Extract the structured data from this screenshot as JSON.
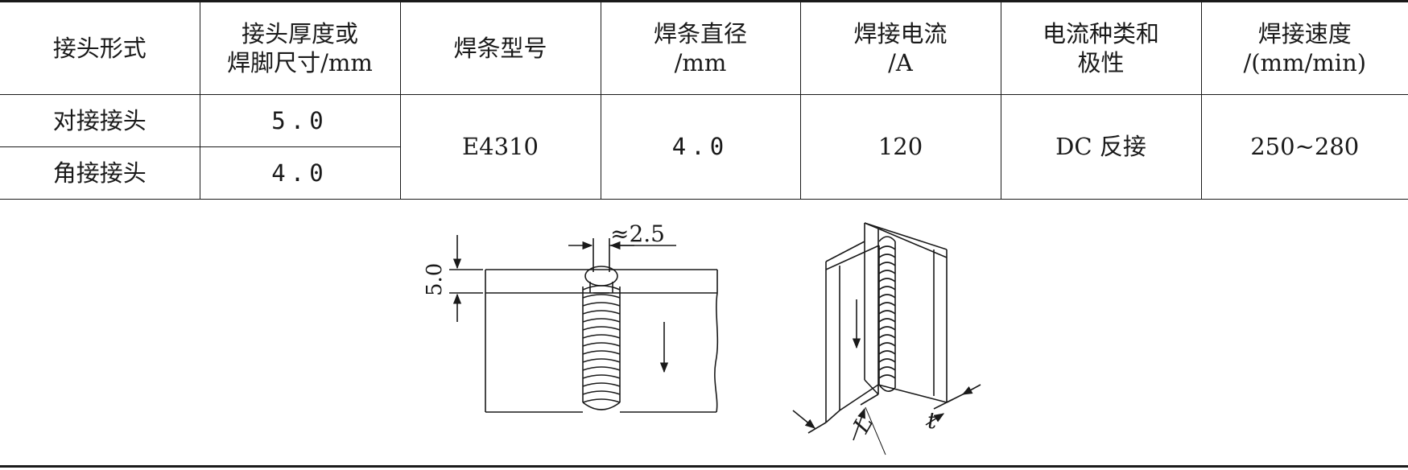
{
  "table": {
    "headers": [
      {
        "line1": "接头形式",
        "line2": ""
      },
      {
        "line1": "接头厚度或",
        "line2": "焊脚尺寸/mm"
      },
      {
        "line1": "焊条型号",
        "line2": ""
      },
      {
        "line1": "焊条直径",
        "line2": "/mm"
      },
      {
        "line1": "焊接电流",
        "line2": "/A"
      },
      {
        "line1": "电流种类和",
        "line2": "极性"
      },
      {
        "line1": "焊接速度",
        "line2": "/(mm/min)"
      }
    ],
    "rows": [
      {
        "joint": "对接接头",
        "thickness": "5.0"
      },
      {
        "joint": "角接接头",
        "thickness": "4.0"
      }
    ],
    "shared": {
      "electrode_model": "E4310",
      "electrode_diameter": "4.0",
      "current": "120",
      "polarity": "DC 反接",
      "speed": "250~280"
    }
  },
  "figure": {
    "butt_dim_gap": "≈2.5",
    "butt_dim_thickness": "5.0",
    "fillet_dim_L": "L",
    "fillet_dim_t": "t"
  }
}
